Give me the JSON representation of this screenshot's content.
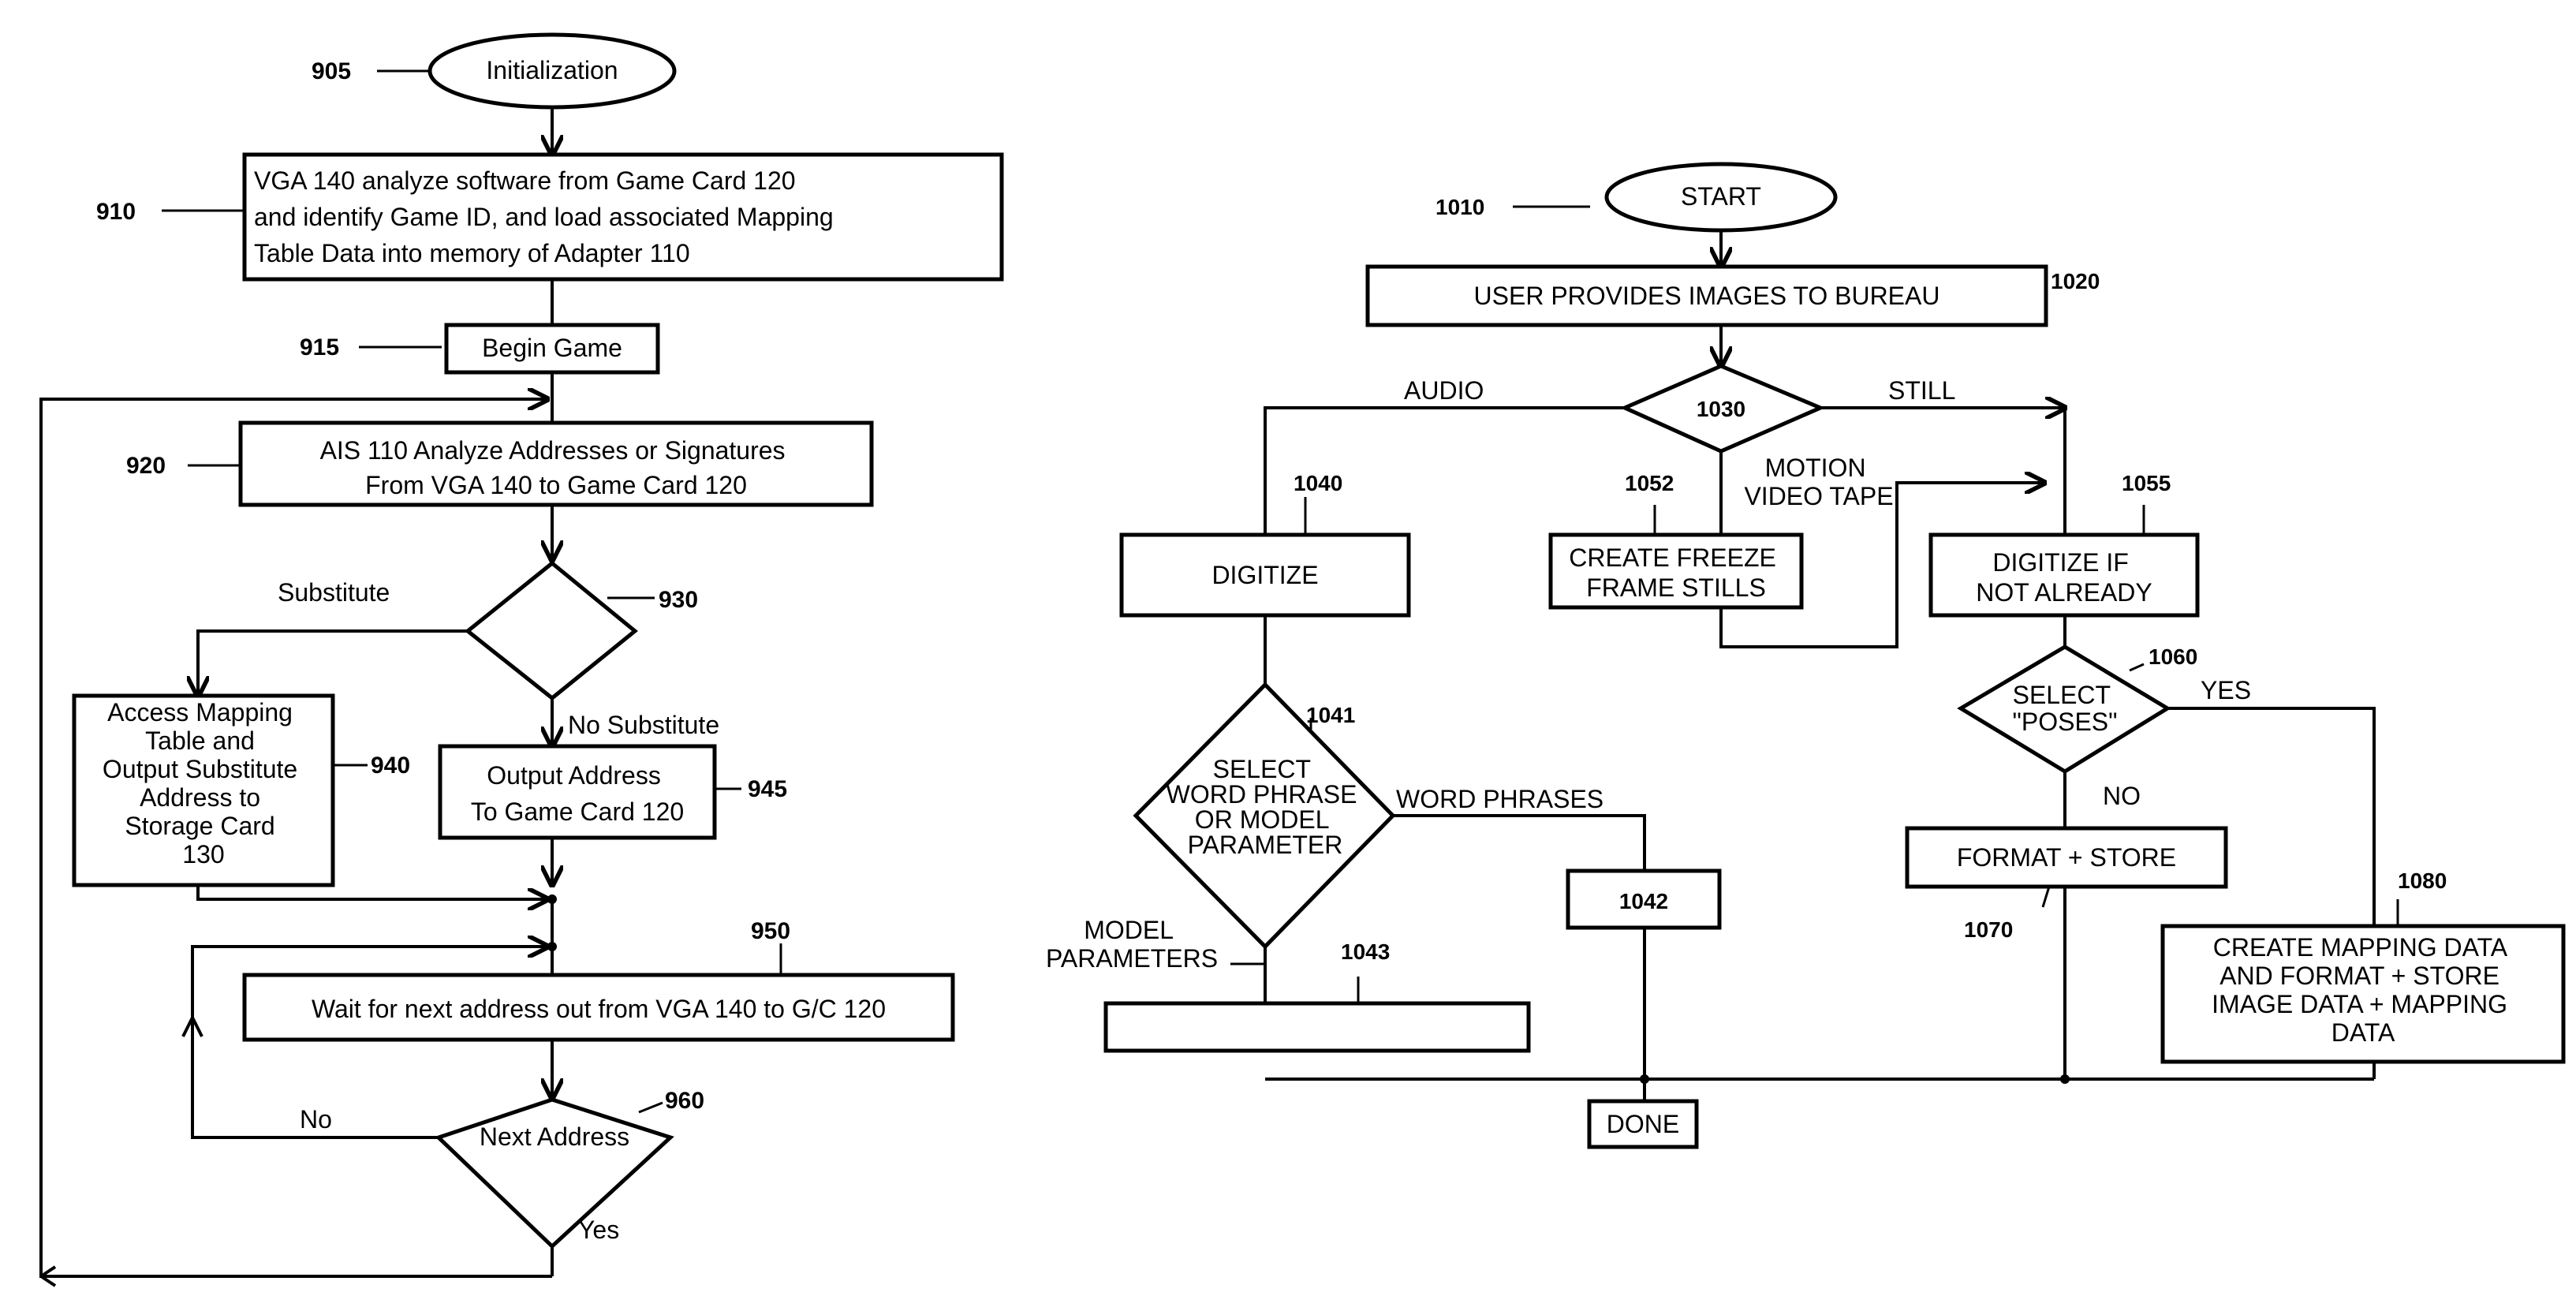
{
  "left": {
    "initialization": "Initialization",
    "box_910": [
      "VGA 140 analyze software from Game Card 120",
      "and identify Game ID, and load associated Mapping",
      "Table Data into memory of Adapter 110"
    ],
    "begin_game": "Begin Game",
    "box_920": [
      "AIS 110 Analyze Addresses or Signatures",
      "From VGA 140 to Game Card 120"
    ],
    "substitute": "Substitute",
    "no_substitute": "No Substitute",
    "box_940": [
      "Access Mapping",
      "Table and",
      "Output Substitute",
      "Address to",
      "Storage Card",
      "130"
    ],
    "box_945": [
      "Output Address",
      "To Game Card 120"
    ],
    "box_950": "Wait for next address out from VGA 140 to G/C 120",
    "next_address": "Next Address",
    "no": "No",
    "yes": "Yes",
    "refs": {
      "r905": "905",
      "r910": "910",
      "r915": "915",
      "r920": "920",
      "r930": "930",
      "r940": "940",
      "r945": "945",
      "r950": "950",
      "r960": "960"
    }
  },
  "right": {
    "start": "START",
    "box_1020": "USER PROVIDES IMAGES TO BUREAU",
    "audio": "AUDIO",
    "still": "STILL",
    "motion": [
      "MOTION",
      "VIDEO TAPE"
    ],
    "digitize": "DIGITIZE",
    "freeze": [
      "CREATE FREEZE",
      "FRAME STILLS"
    ],
    "digitize_if": [
      "DIGITIZE IF",
      "NOT ALREADY"
    ],
    "select_word": [
      "SELECT",
      "WORD PHRASE",
      "OR MODEL",
      "PARAMETER"
    ],
    "word_phrases": "WORD PHRASES",
    "model_parameters": [
      "MODEL",
      "PARAMETERS"
    ],
    "select_poses": [
      "SELECT",
      "\"POSES\""
    ],
    "yes": "YES",
    "no": "NO",
    "format_store": "FORMAT + STORE",
    "box_1080": [
      "CREATE MAPPING DATA",
      "AND FORMAT + STORE",
      "IMAGE DATA + MAPPING",
      "DATA"
    ],
    "done": "DONE",
    "refs": {
      "r1010": "1010",
      "r1020": "1020",
      "r1030": "1030",
      "r1040": "1040",
      "r1041": "1041",
      "r1042": "1042",
      "r1043": "1043",
      "r1052": "1052",
      "r1055": "1055",
      "r1060": "1060",
      "r1070": "1070",
      "r1080": "1080"
    }
  }
}
